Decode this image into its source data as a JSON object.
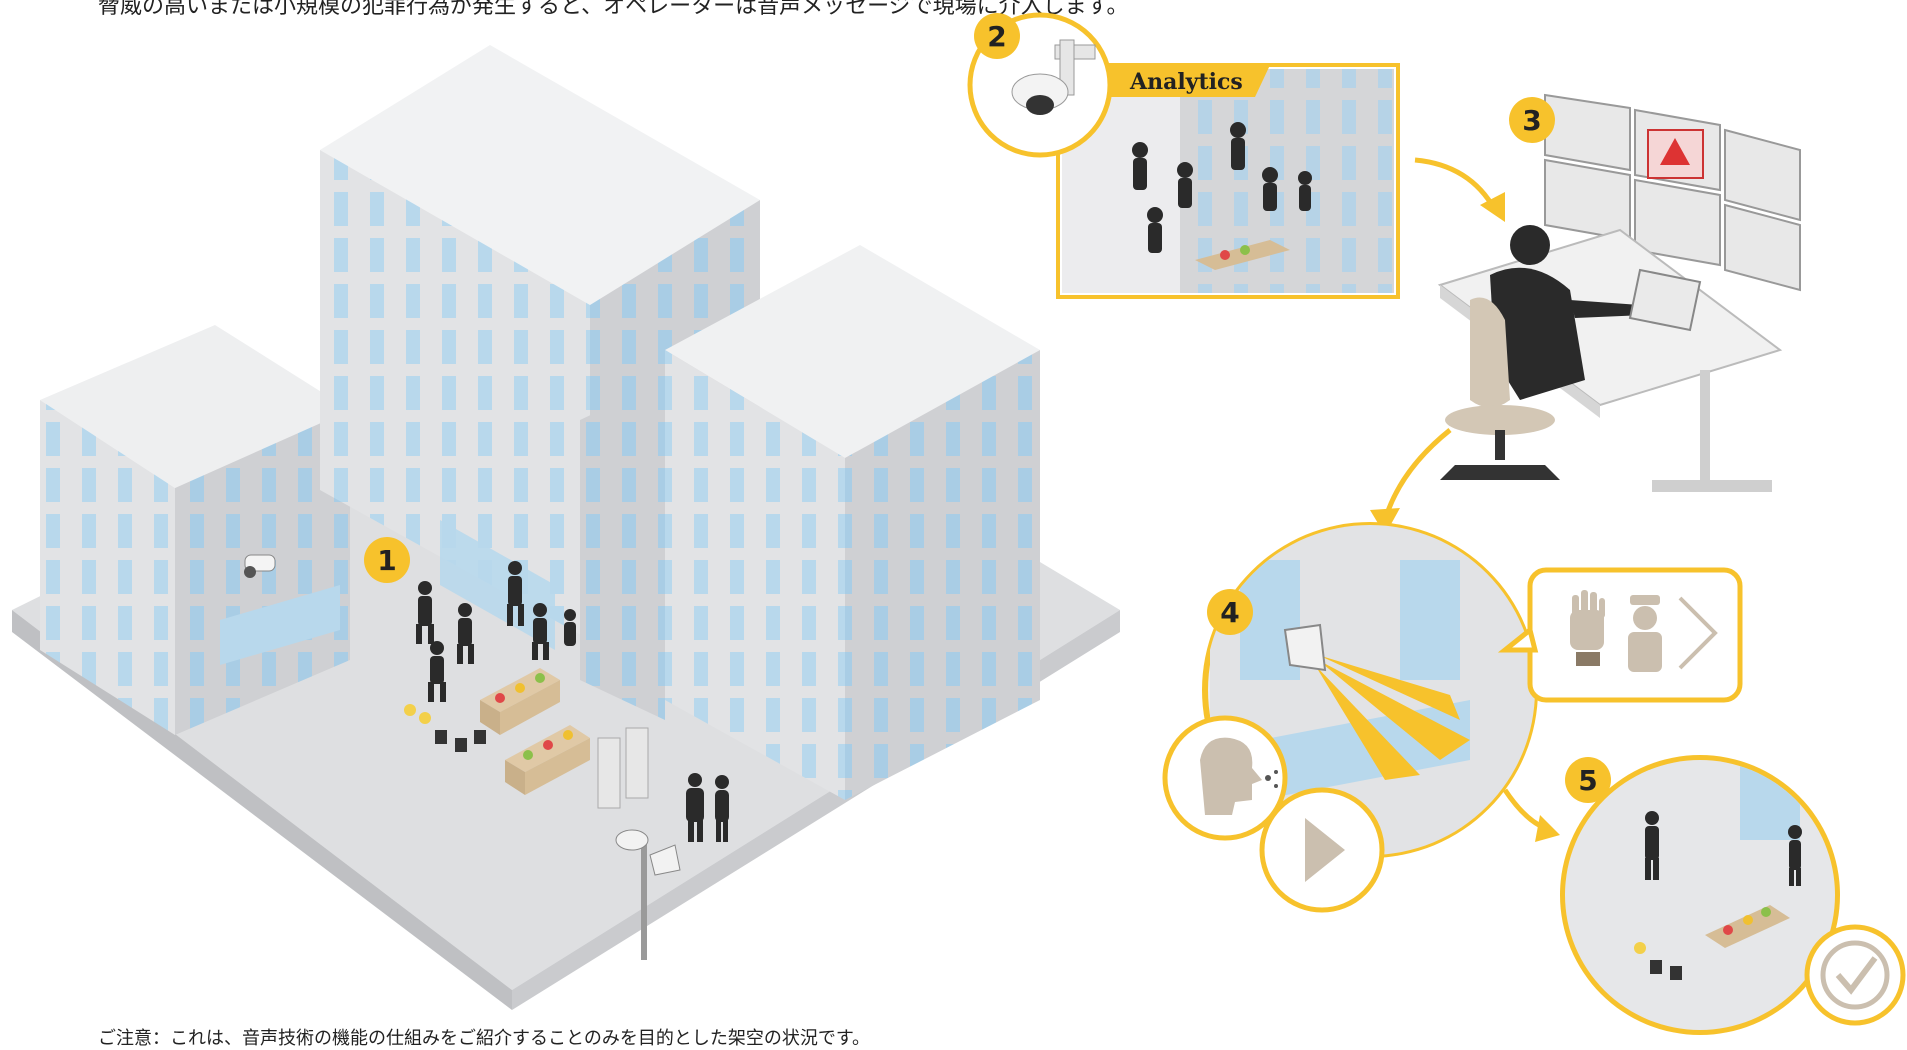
{
  "header": {
    "intro_text": "脅威の高いまたは小規模の犯罪行為が発生すると、オペレーターは音声メッセージで現場に介入します。"
  },
  "steps": [
    {
      "number": "1"
    },
    {
      "number": "2",
      "tag": "Analytics"
    },
    {
      "number": "3"
    },
    {
      "number": "4"
    },
    {
      "number": "5"
    }
  ],
  "footer": {
    "note": "ご注意：これは、音声技術の機能の仕組みをご紹介することのみを目的とした架空の状況です。"
  },
  "colors": {
    "accent": "#f7c22c",
    "building": "#d9dadc",
    "window": "#b8d8ec",
    "figure": "#2a2a2a",
    "neutral": "#cbbfaf"
  }
}
